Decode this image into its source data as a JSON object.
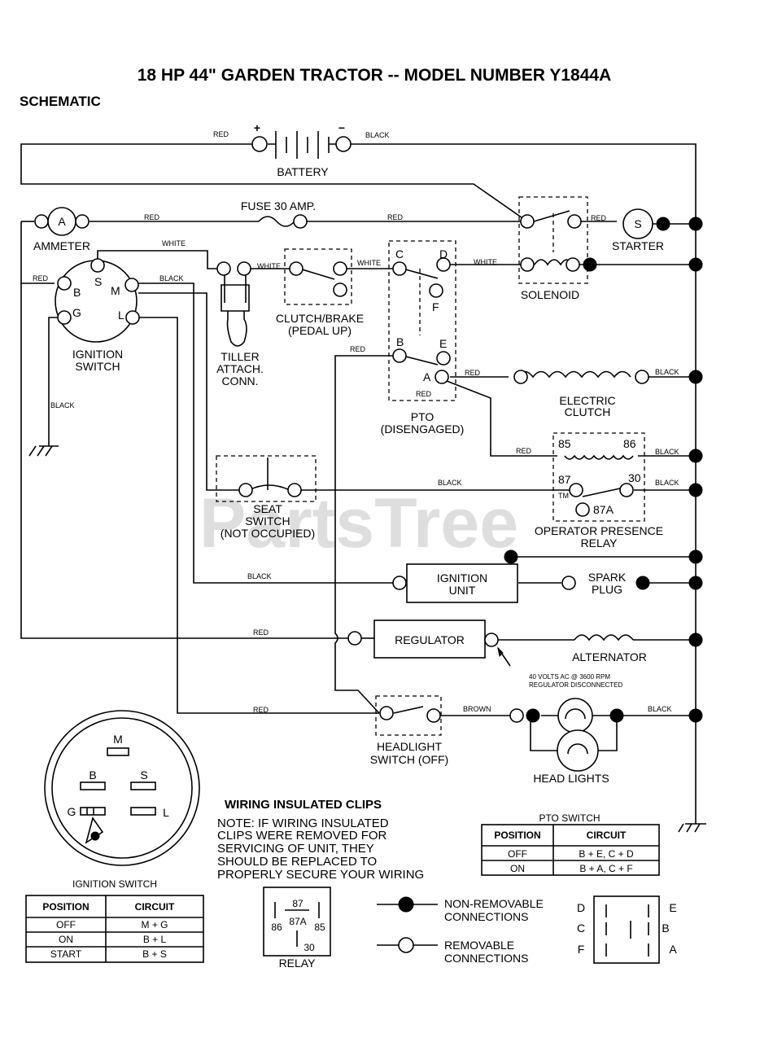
{
  "title": "18 HP 44\" GARDEN TRACTOR -- MODEL NUMBER Y1844A",
  "subtitle": "SCHEMATIC",
  "watermark": "PartsTree",
  "watermark_tm": "TM",
  "components": {
    "battery": "BATTERY",
    "battery_plus": "+",
    "battery_minus": "−",
    "fuse": "FUSE 30 AMP.",
    "ammeter": "AMMETER",
    "ammeter_symbol": "A",
    "starter": "STARTER",
    "starter_symbol": "S",
    "solenoid": "SOLENOID",
    "clutch_brake": [
      "CLUTCH/BRAKE",
      "(PEDAL UP)"
    ],
    "tiller": [
      "TILLER",
      "ATTACH.",
      "CONN."
    ],
    "ignition_switch": [
      "IGNITION",
      "SWITCH"
    ],
    "pto": [
      "PTO",
      "(DISENGAGED)"
    ],
    "electric_clutch": [
      "ELECTRIC",
      "CLUTCH"
    ],
    "seat_switch": [
      "SEAT",
      "SWITCH",
      "(NOT OCCUPIED)"
    ],
    "operator_relay": [
      "OPERATOR PRESENCE",
      "RELAY"
    ],
    "ignition_unit": [
      "IGNITION",
      "UNIT"
    ],
    "spark_plug": [
      "SPARK",
      "PLUG"
    ],
    "regulator": "REGULATOR",
    "alternator": "ALTERNATOR",
    "alternator_note": [
      "40 VOLTS AC @ 3600 RPM",
      "REGULATOR DISCONNECTED"
    ],
    "headlight_switch": [
      "HEADLIGHT",
      "SWITCH (OFF)"
    ],
    "head_lights": "HEAD LIGHTS"
  },
  "terminals": {
    "ign_s": "S",
    "ign_b": "B",
    "ign_m": "M",
    "ign_g": "G",
    "ign_l": "L",
    "pto_c": "C",
    "pto_d": "D",
    "pto_f": "F",
    "pto_b": "B",
    "pto_e": "E",
    "pto_a": "A",
    "relay_85": "85",
    "relay_86": "86",
    "relay_87": "87",
    "relay_30": "30",
    "relay_87a": "87A"
  },
  "wire_colors": {
    "red": "RED",
    "black": "BLACK",
    "white": "WHITE",
    "brown": "BROWN"
  },
  "ignition_switch_face": {
    "m": "M",
    "b": "B",
    "s": "S",
    "g": "G",
    "l": "L",
    "caption": "IGNITION SWITCH"
  },
  "ignition_table": {
    "headers": [
      "POSITION",
      "CIRCUIT"
    ],
    "rows": [
      [
        "OFF",
        "M + G"
      ],
      [
        "ON",
        "B + L"
      ],
      [
        "START",
        "B + S"
      ]
    ]
  },
  "clips_note": {
    "heading": "WIRING INSULATED CLIPS",
    "lines": [
      "NOTE: IF WIRING INSULATED",
      "CLIPS WERE REMOVED FOR",
      "SERVICING OF UNIT, THEY",
      "SHOULD BE REPLACED TO",
      "PROPERLY SECURE YOUR WIRING"
    ]
  },
  "pto_table": {
    "caption": "PTO SWITCH",
    "headers": [
      "POSITION",
      "CIRCUIT"
    ],
    "rows": [
      [
        "OFF",
        "B + E, C + D"
      ],
      [
        "ON",
        "B + A, C + F"
      ]
    ]
  },
  "relay_diagram": {
    "caption": "RELAY",
    "p87": "87",
    "p87a": "87A",
    "p86": "86",
    "p85": "85",
    "p30": "30"
  },
  "legend": {
    "non_removable": [
      "NON-REMOVABLE",
      "CONNECTIONS"
    ],
    "removable": [
      "REMOVABLE",
      "CONNECTIONS"
    ]
  },
  "pto_pinout": {
    "d": "D",
    "e": "E",
    "c": "C",
    "b": "B",
    "f": "F",
    "a": "A"
  }
}
